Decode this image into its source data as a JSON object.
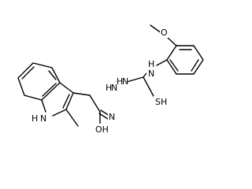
{
  "diagram": {
    "type": "chemical-structure",
    "atom_labels": {
      "methoxy_o": "O",
      "thioamide_nh": "N",
      "thioamide_nh_h": "H",
      "hydrazide_n1": "N",
      "hydrazide_n1_h": "H",
      "hydrazide_n2": "N",
      "hydrazide_n2_h": "H",
      "thione_s": "SH",
      "imine_n": "N",
      "carbonyl_o": "OH",
      "indole_nh": "H",
      "indole_n": "N"
    }
  }
}
